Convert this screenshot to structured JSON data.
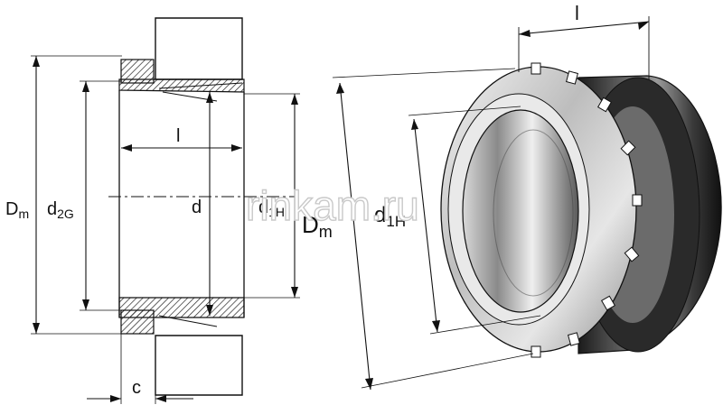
{
  "watermark": "rinkam.ru",
  "section_view": {
    "labels": {
      "Dm": "D",
      "Dm_sub": "m",
      "d2G": "d",
      "d2G_sub": "2G",
      "d": "d",
      "d1H": "d",
      "d1H_sub": "1H",
      "l": "l",
      "c": "c"
    }
  },
  "perspective_view": {
    "labels": {
      "l": "l",
      "Dm": "D",
      "Dm_sub": "m",
      "d1H": "d",
      "d1H_sub": "1H"
    }
  }
}
